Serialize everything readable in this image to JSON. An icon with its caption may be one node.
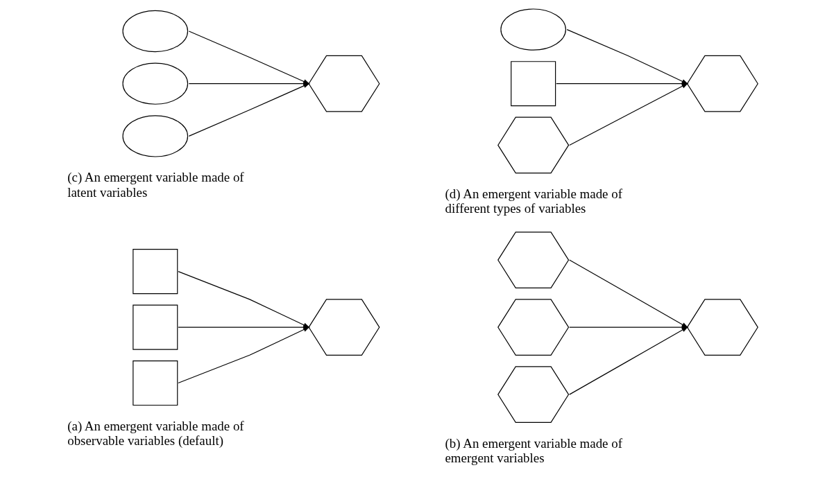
{
  "diagram": {
    "nodes": [
      {
        "text": [],
        "shape": "box"
      },
      {
        "text": [],
        "shape": "box"
      },
      {
        "text": [],
        "shape": "box"
      },
      {
        "text": [],
        "shape": "hexagon"
      },
      {
        "text": [],
        "shape": "hexagon"
      },
      {
        "text": [],
        "shape": "hexagon"
      },
      {
        "text": [],
        "shape": "hexagon"
      },
      {
        "text": [],
        "shape": "hexagon"
      },
      {
        "text": [],
        "shape": "ellipse"
      },
      {
        "text": [],
        "shape": "ellipse"
      },
      {
        "text": [],
        "shape": "ellipse"
      },
      {
        "text": [],
        "shape": "hexagon"
      },
      {
        "text": [],
        "shape": "ellipse"
      },
      {
        "text": [],
        "shape": "box"
      },
      {
        "text": [],
        "shape": "hexagon"
      },
      {
        "text": [],
        "shape": "hexagon"
      }
    ],
    "edges": [
      {
        "from": 0,
        "to": 3,
        "arrow": "to"
      },
      {
        "from": 1,
        "to": 3,
        "arrow": "to"
      },
      {
        "from": 2,
        "to": 3,
        "arrow": "to"
      },
      {
        "from": 4,
        "to": 7,
        "arrow": "to"
      },
      {
        "from": 5,
        "to": 7,
        "arrow": "to"
      },
      {
        "from": 6,
        "to": 7,
        "arrow": "to"
      },
      {
        "from": 8,
        "to": 11,
        "arrow": "to"
      },
      {
        "from": 9,
        "to": 11,
        "arrow": "to"
      },
      {
        "from": 10,
        "to": 11,
        "arrow": "to"
      },
      {
        "from": 12,
        "to": 15,
        "arrow": "to"
      },
      {
        "from": 13,
        "to": 15,
        "arrow": "to"
      },
      {
        "from": 14,
        "to": 15,
        "arrow": "to"
      }
    ],
    "labels": [
      "(a) An emergent variable made of observable variables (default)",
      "(b) An emergent variable made of emergent variables",
      "(c) An emergent variable made of latent variables",
      "(d) An emergent variable made of different types of variables"
    ]
  }
}
